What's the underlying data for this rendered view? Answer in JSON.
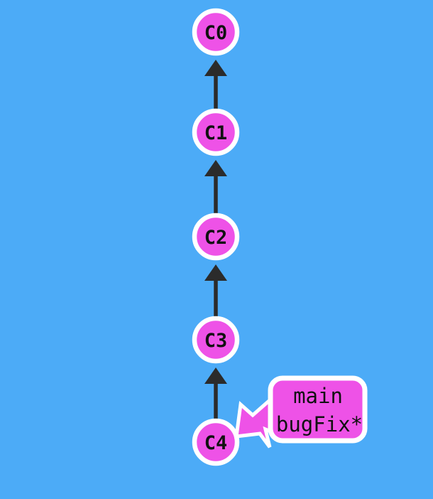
{
  "canvas": {
    "background": "#4cabf7"
  },
  "colors": {
    "background": "#4cabf7",
    "commit_fill": "#ee52e7",
    "commit_ring": "#ffffff",
    "edge": "#2b2b2b",
    "label_fill": "#ee52e7",
    "label_border": "#ffffff",
    "text": "#111111"
  },
  "graph": {
    "commits": [
      {
        "id": "C0"
      },
      {
        "id": "C1"
      },
      {
        "id": "C2"
      },
      {
        "id": "C3"
      },
      {
        "id": "C4"
      }
    ],
    "edges": [
      {
        "from": "C1",
        "to": "C0"
      },
      {
        "from": "C2",
        "to": "C1"
      },
      {
        "from": "C3",
        "to": "C2"
      },
      {
        "from": "C4",
        "to": "C3"
      }
    ],
    "branch_label": {
      "lines": [
        "main",
        "bugFix*"
      ],
      "points_to": "C4"
    }
  }
}
